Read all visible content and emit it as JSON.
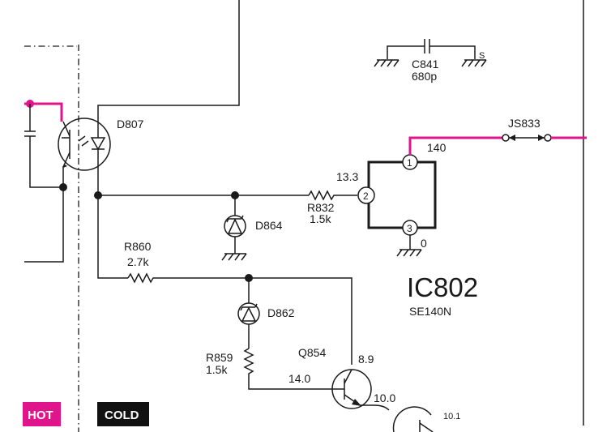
{
  "colors": {
    "hot": "#e0158c",
    "cold": "#111111",
    "wire": "#1a1a1a",
    "background": "#ffffff"
  },
  "components": {
    "d807": "D807",
    "d864": "D864",
    "d862": "D862",
    "c841": {
      "ref": "C841",
      "value": "680p",
      "suffix": "S"
    },
    "js833": "JS833",
    "r832": {
      "ref": "R832",
      "value": "1.5k"
    },
    "r860": {
      "ref": "R860",
      "value": "2.7k"
    },
    "r859": {
      "ref": "R859",
      "value": "1.5k"
    },
    "q854": "Q854"
  },
  "ic": {
    "ref": "IC802",
    "part": "SE140N",
    "pins": [
      "1",
      "2",
      "3"
    ]
  },
  "voltages": {
    "pin1": "140",
    "pin2": "13.3",
    "pin3": "0",
    "q854_collector": "8.9",
    "q854_base": "14.0",
    "q854_emitter": "10.0",
    "lower_transistor": "10.1"
  },
  "badges": {
    "hot": "HOT",
    "cold": "COLD"
  }
}
